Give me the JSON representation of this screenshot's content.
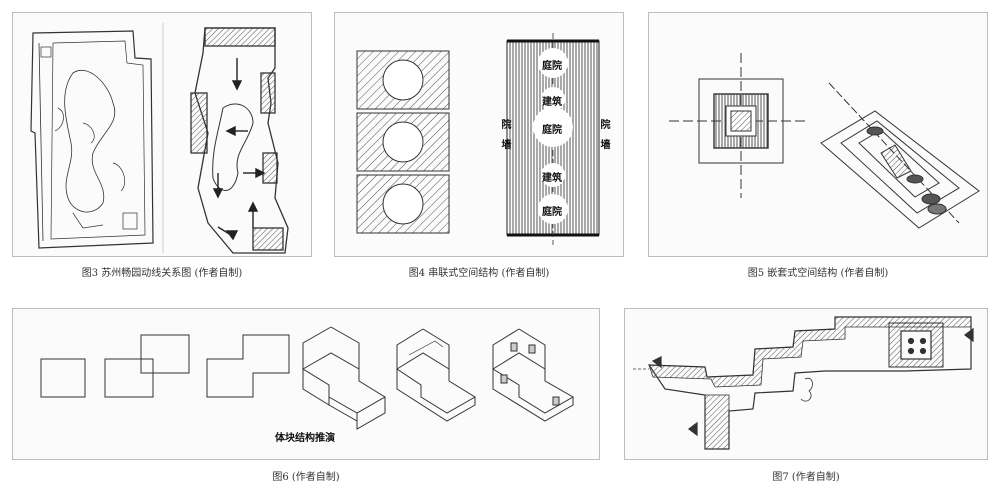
{
  "figures": {
    "fig3": {
      "caption": "图3  苏州畅园动线关系图 (作者自制)"
    },
    "fig4": {
      "caption": "图4  串联式空间结构 (作者自制)",
      "labels": {
        "courtyard_top": "庭院",
        "building_1": "建筑",
        "courtyard_mid": "庭院",
        "building_2": "建筑",
        "courtyard_bottom": "庭院",
        "wall_left": "院墙",
        "wall_right": "院墙"
      }
    },
    "fig5": {
      "caption": "图5  嵌套式空间结构 (作者自制)"
    },
    "fig6": {
      "caption": "图6 (作者自制)",
      "inner_label": "体块结构推演"
    },
    "fig7": {
      "caption": "图7 (作者自制)"
    }
  },
  "colors": {
    "line": "#333333",
    "panel_border": "#bdbdbd",
    "panel_bg": "#fbfbfb"
  }
}
